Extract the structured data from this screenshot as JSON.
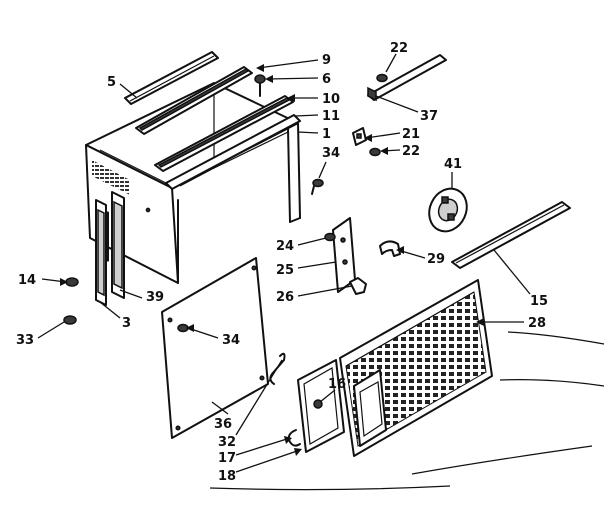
{
  "callouts": {
    "c1": "1",
    "c3": "3",
    "c5": "5",
    "c6": "6",
    "c9": "9",
    "c10": "10",
    "c11": "11",
    "c14": "14",
    "c15": "15",
    "c16": "16",
    "c17": "17",
    "c18": "18",
    "c21": "21",
    "c22a": "22",
    "c22b": "22",
    "c24": "24",
    "c25": "25",
    "c26": "26",
    "c28": "28",
    "c29": "29",
    "c32": "32",
    "c33": "33",
    "c34a": "34",
    "c34b": "34",
    "c36": "36",
    "c37": "37",
    "c39": "39",
    "c41": "41"
  }
}
